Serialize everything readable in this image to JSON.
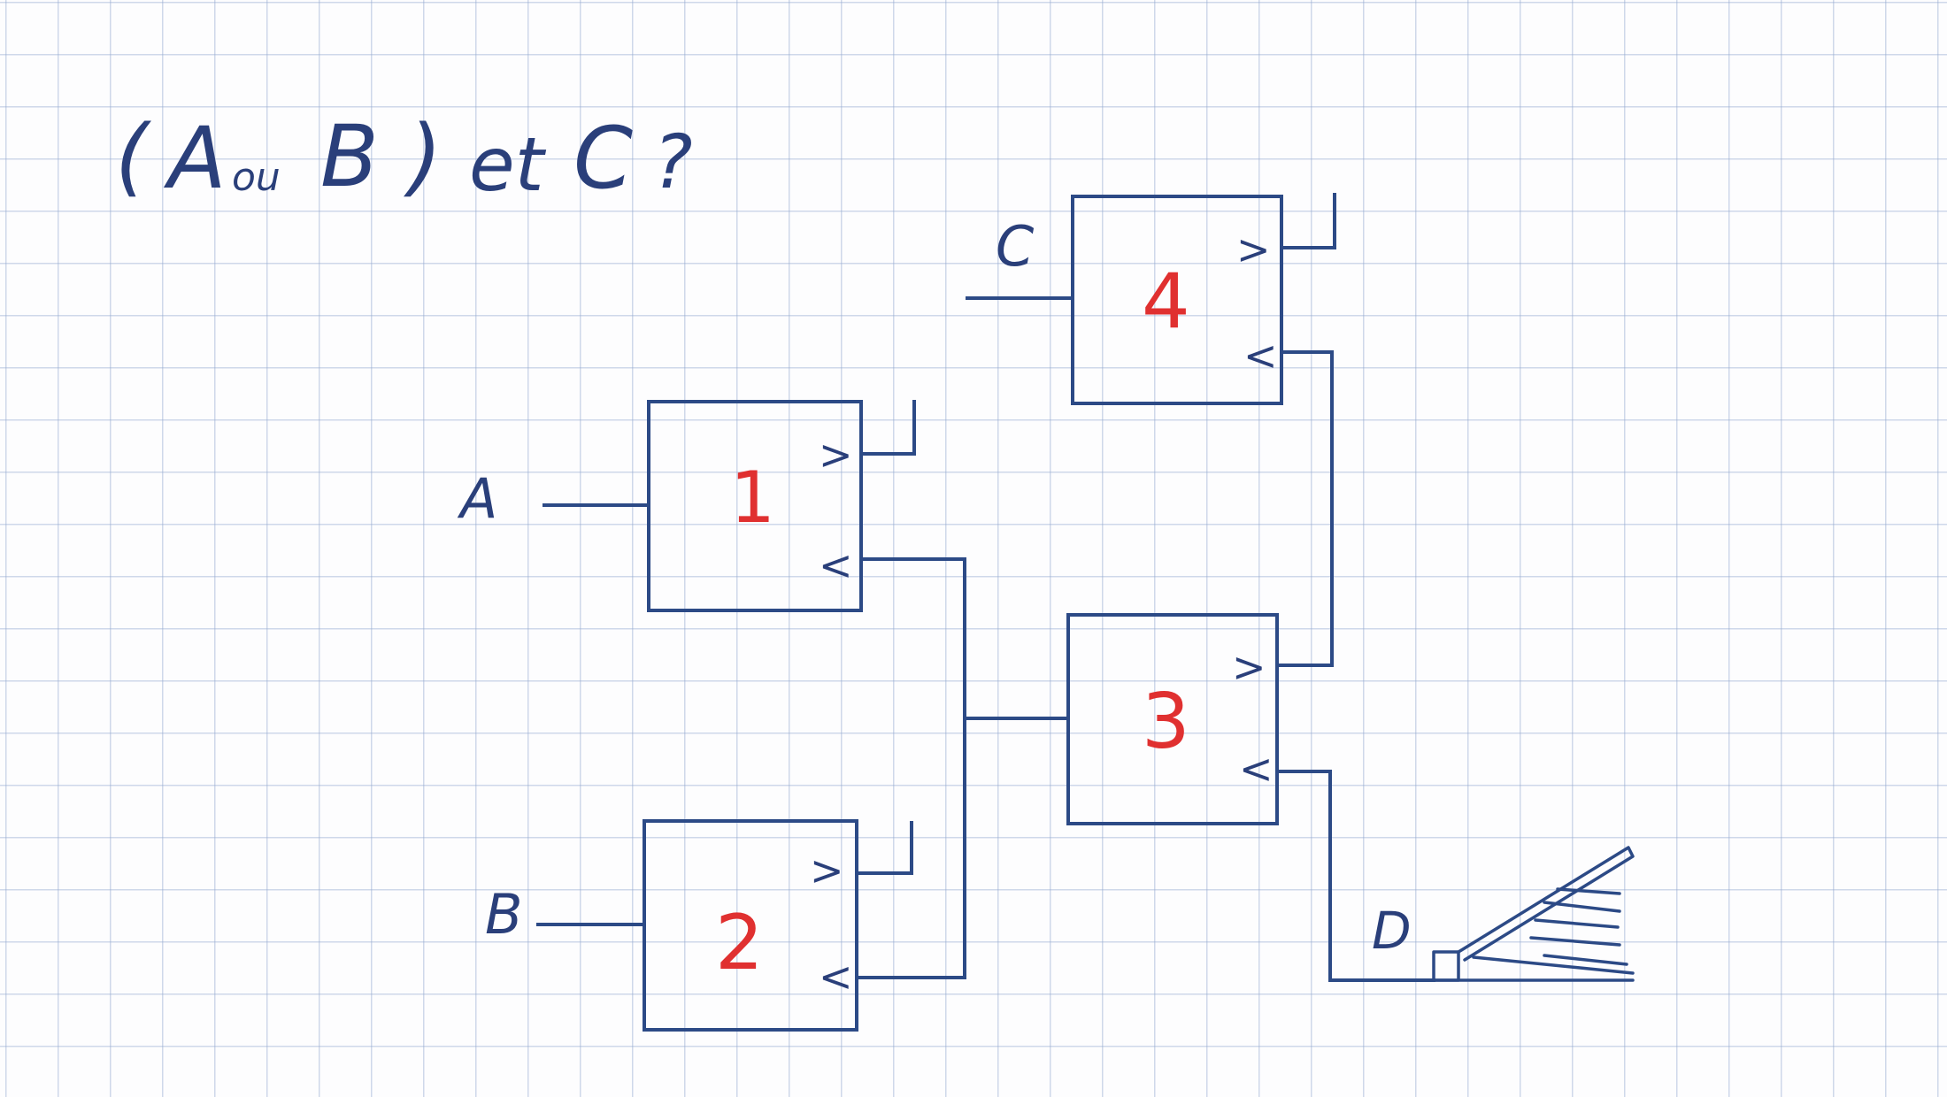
{
  "title": {
    "open_paren": "(",
    "a": "A",
    "ou": "ou",
    "b": "B",
    "close_paren": ")",
    "et": "et",
    "c": "C",
    "question": "?"
  },
  "inputs": {
    "a": "A",
    "b": "B",
    "c": "C",
    "d": "D"
  },
  "blocks": [
    {
      "id": "1"
    },
    {
      "id": "2"
    },
    {
      "id": "3"
    },
    {
      "id": "4"
    }
  ],
  "ports": {
    "greater": ">",
    "less": "<"
  },
  "colors": {
    "ink_blue": "#2c4a86",
    "ink_red": "#e03030",
    "grid": "#96aad2"
  }
}
